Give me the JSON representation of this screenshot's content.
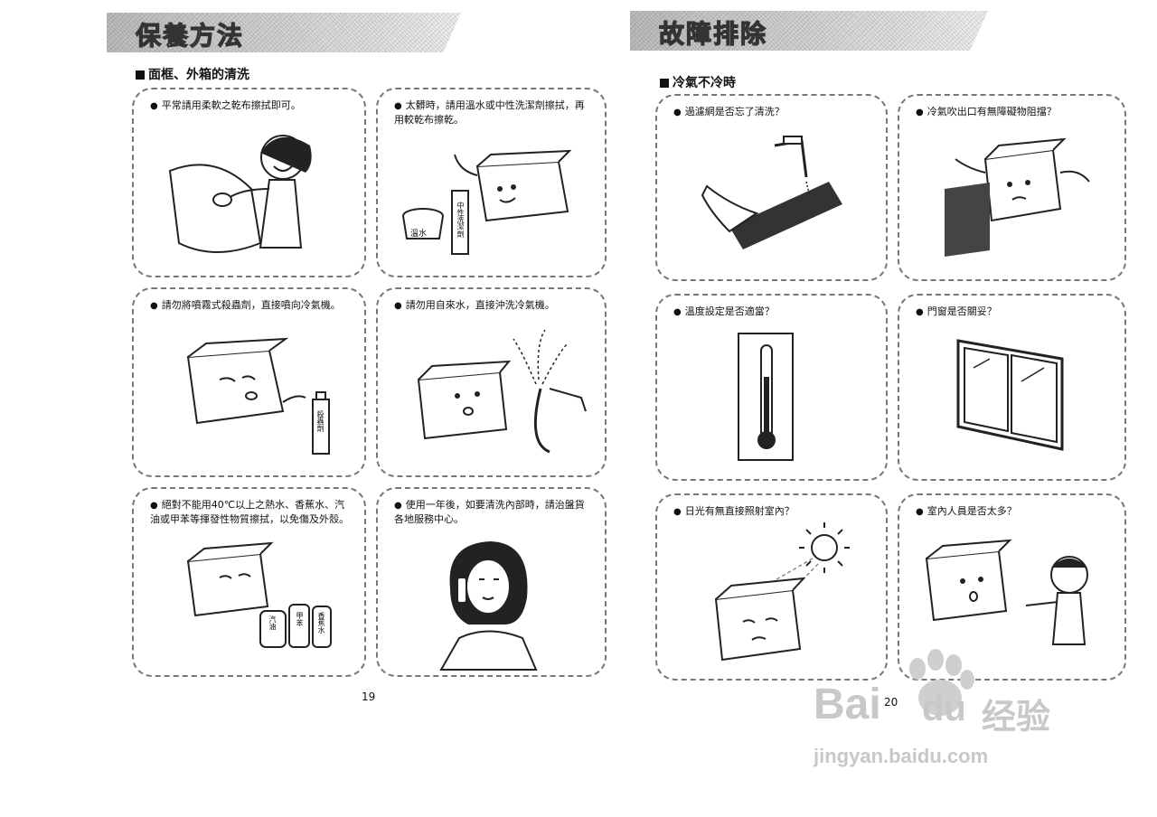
{
  "left": {
    "banner_title": "保養方法",
    "section": "面框、外箱的清洗",
    "cards": [
      {
        "text": "平常請用柔軟之乾布擦拭即可。"
      },
      {
        "text": "太髒時，請用溫水或中性洗潔劑擦拭，再用較乾布擦乾。",
        "labels": [
          "溫水",
          "中性洗潔劑"
        ]
      },
      {
        "text": "請勿將噴霧式殺蟲劑，直接噴向冷氣機。",
        "labels": [
          "殺蟲劑"
        ]
      },
      {
        "text": "請勿用自來水，直接沖洗冷氣機。"
      },
      {
        "text": "絕對不能用40℃以上之熱水、香蕉水、汽油或甲苯等揮發性物質擦拭，以免傷及外殼。",
        "labels": [
          "汽油",
          "甲苯",
          "香蕉水"
        ]
      },
      {
        "text": "使用一年後，如要清洗內部時，請治盤貨各地服務中心。"
      }
    ],
    "page_number": "19"
  },
  "right": {
    "banner_title": "故障排除",
    "section": "冷氣不冷時",
    "cards": [
      {
        "text": "過濾網是否忘了清洗？"
      },
      {
        "text": "冷氣吹出口有無障礙物阻擋？"
      },
      {
        "text": "溫度設定是否適當？"
      },
      {
        "text": "門窗是否關妥？"
      },
      {
        "text": "日光有無直接照射室內？"
      },
      {
        "text": "室內人員是否太多？"
      }
    ],
    "page_number": "20"
  },
  "watermark": {
    "brand": "Bai",
    "brand2": "du",
    "cn": "经验",
    "url": "jingyan.baidu.com"
  }
}
